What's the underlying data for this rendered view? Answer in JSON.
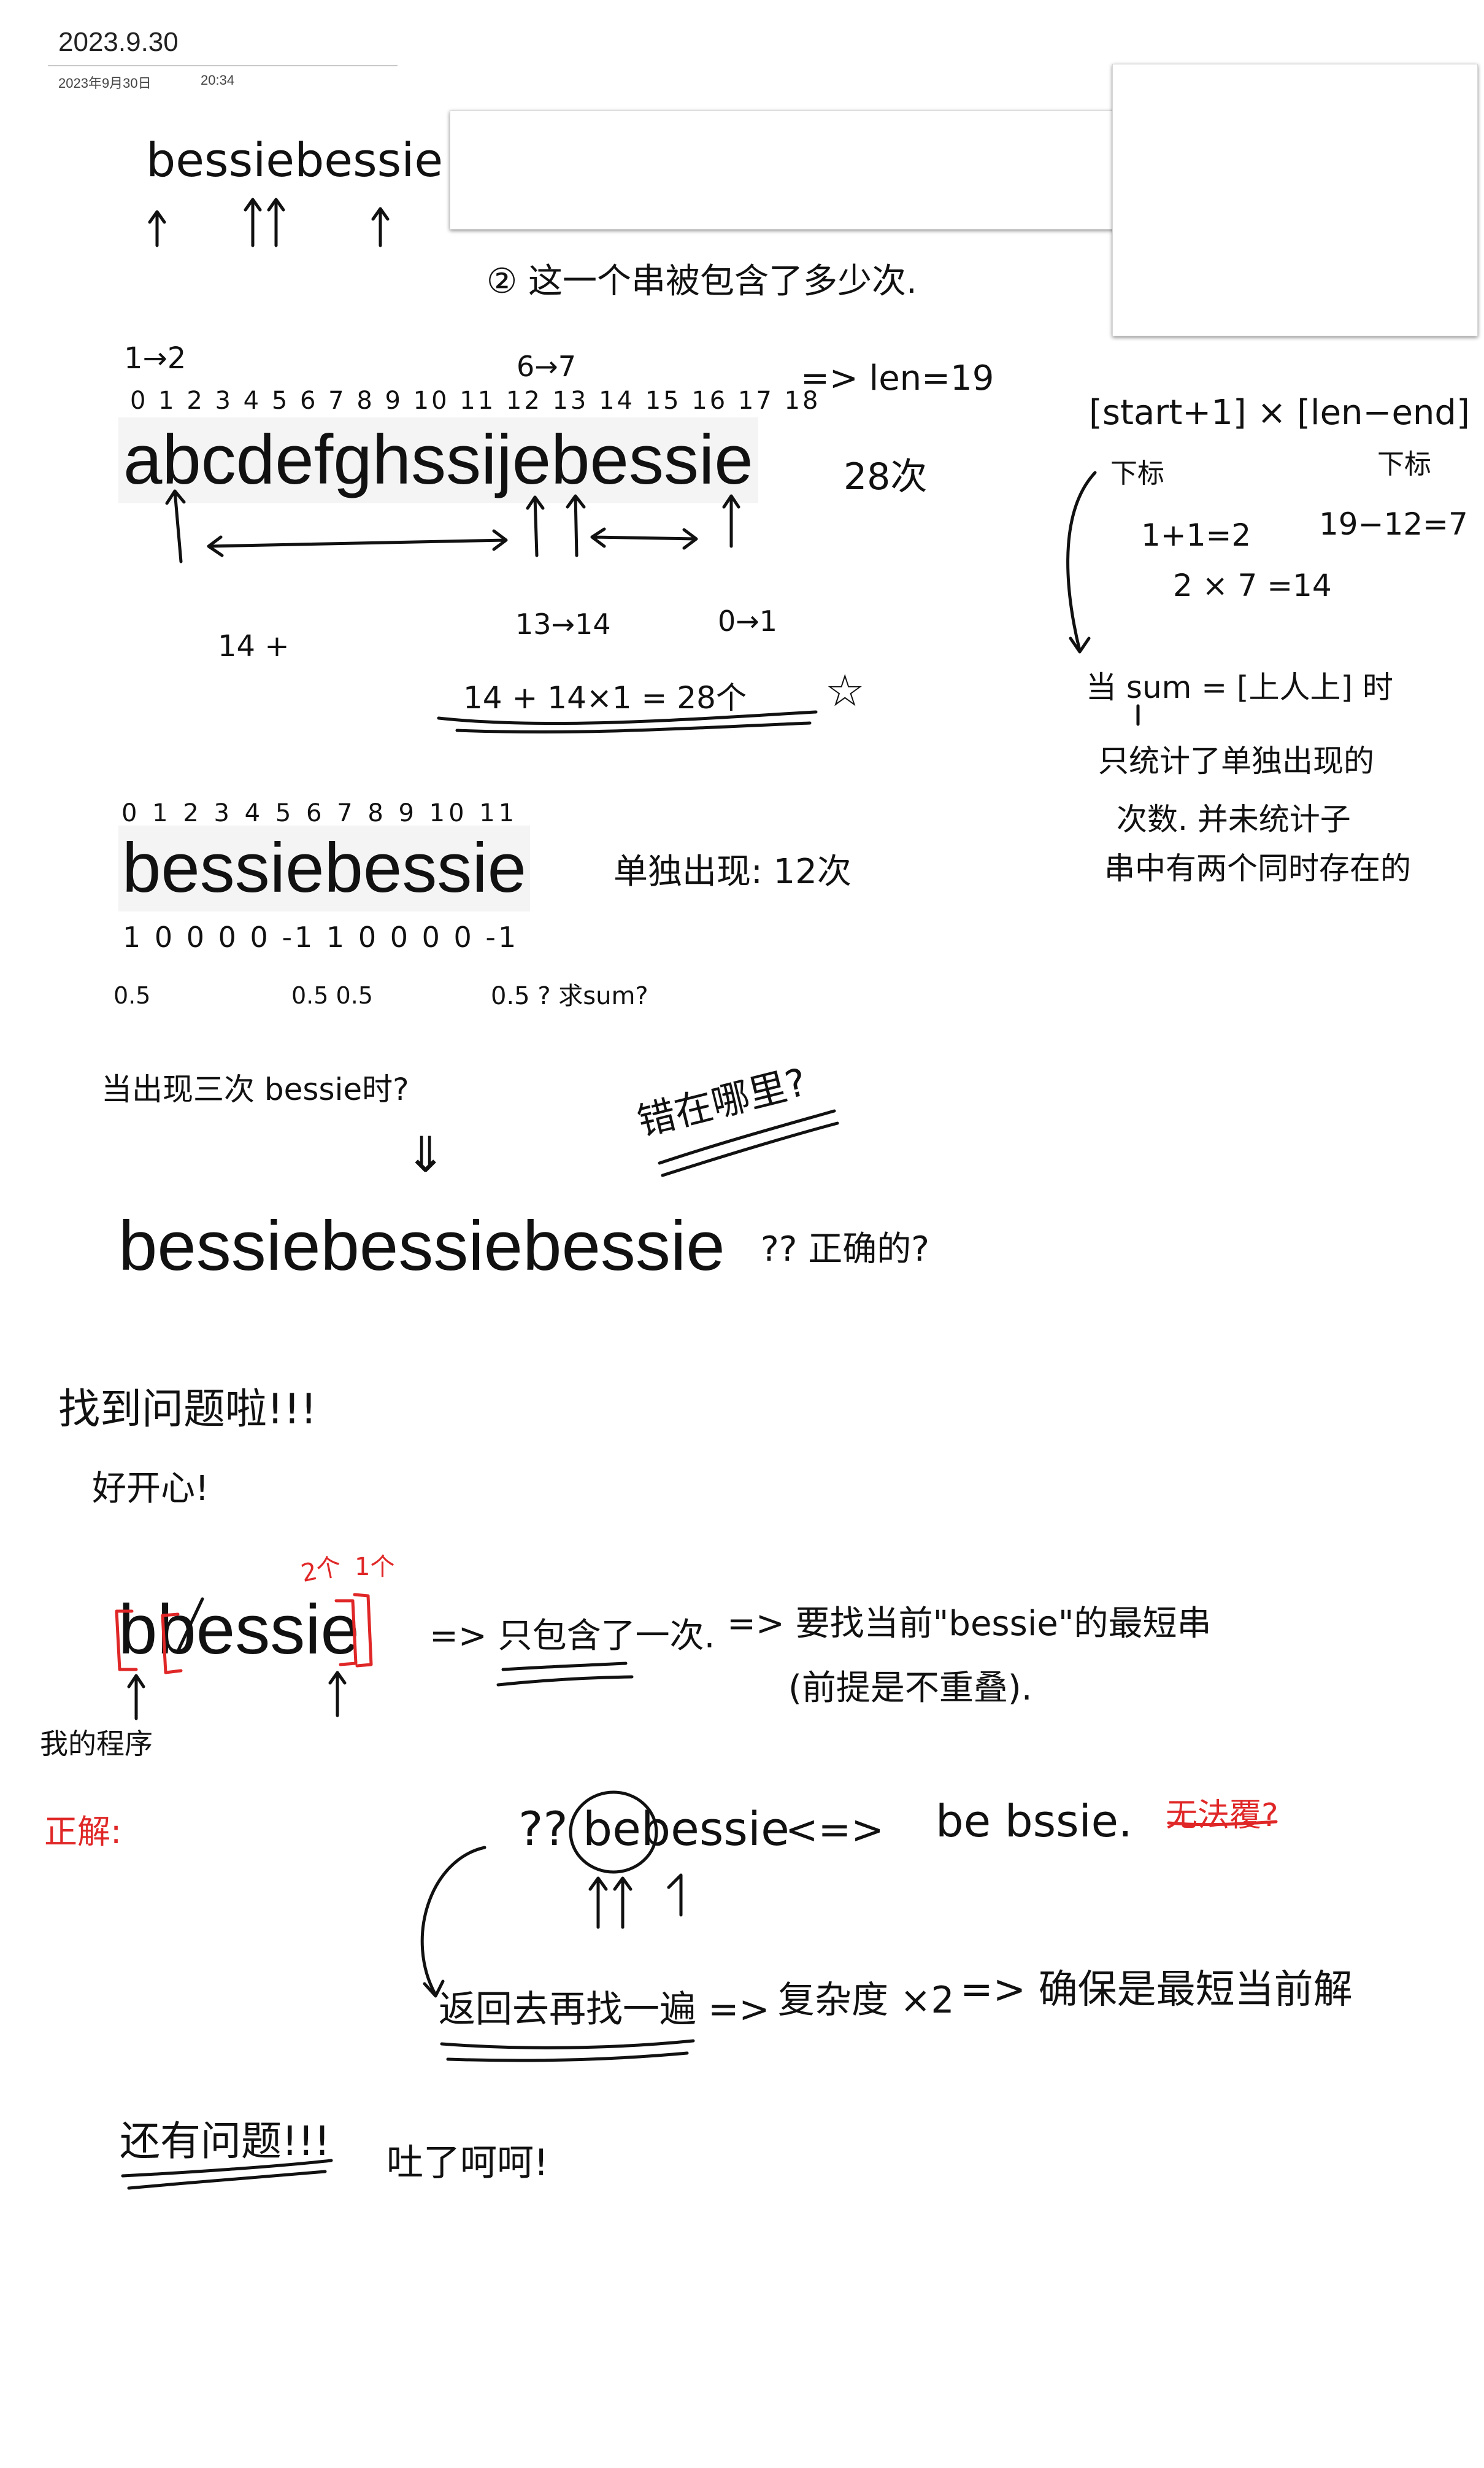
{
  "page": {
    "title": "2023.9.30",
    "date": "2023年9月30日",
    "time": "20:34"
  },
  "top": {
    "word": "bessiebessie",
    "question": "② 这一个串被包含了多少次."
  },
  "example1": {
    "swap_a": "1→2",
    "swap_b": "6→7",
    "indices": "0 1  2 3 4 5 6 7  8 9 10 11 12 13  14 15 16 17 18",
    "len": "=> len=19",
    "string": "abcdefghssijebessie",
    "count": "28次",
    "sum_left": "14 +",
    "pair_a": "13→14",
    "pair_b": "0→1",
    "total": "14  +  14×1  = 28个",
    "star": "☆"
  },
  "formula": {
    "main": "[start+1] × [len−end]",
    "label_a": "下标",
    "label_b": "下标",
    "calc_a": "1+1=2",
    "calc_b": "19−12=7",
    "calc_c": "2    ×    7  =14",
    "when": "当 sum = [上人上] 时",
    "note1": "只统计了单独出现的",
    "note2": "次数. 并未统计子",
    "note3": "串中有两个同时存在的"
  },
  "example2": {
    "indices": "0 1 2 3 4 5 6  7 8 9 10 11",
    "string": "bessiebessie",
    "single": "单独出现: 12次",
    "bits": "1  0 0 0 0 -1 1  0 0 0 0 -1",
    "halves_a": "0.5",
    "halves_b": "0.5 0.5",
    "halves_c": "0.5  ? 求sum?",
    "three_times": "当出现三次 bessie时?",
    "down_arrow": "⇓",
    "where_wrong": "错在哪里?"
  },
  "example3": {
    "string": "bessiebessiebessie",
    "question": "?? 正确的?"
  },
  "found": {
    "line1": "找到问题啦!!!",
    "line2": "好开心!"
  },
  "bad": {
    "string": "bbessie",
    "red_a": "2个",
    "red_b": "1个",
    "arrow1": "=> 只包含了一次.",
    "arrow2": "=> 要找当前\"bessie\"的最短串",
    "paren": "(前提是不重叠).",
    "my_program": "我的程序",
    "correct": "正解:"
  },
  "fix": {
    "left": "?? bebessie",
    "swap": "<=>",
    "right": "be bssie.",
    "red_q": "无法覆?",
    "back": "返回去再找一遍 =>",
    "complexity": "复杂度 ×2",
    "ensure": "=> 确保是最短当前解"
  },
  "end": {
    "still": "还有问题!!!",
    "laugh": "吐了呵呵!"
  }
}
